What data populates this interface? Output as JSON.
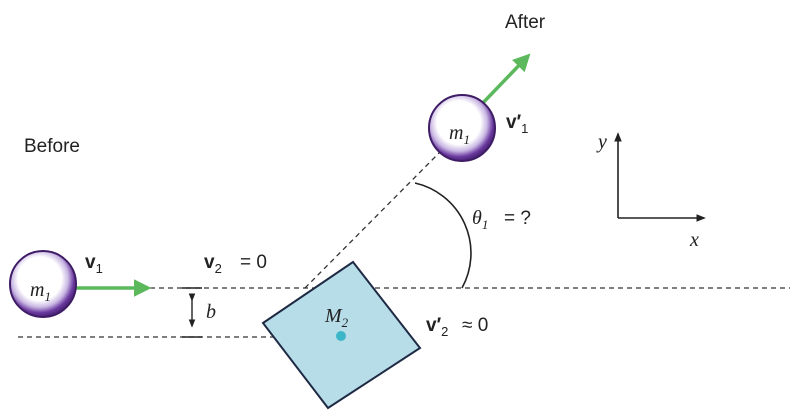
{
  "labels": {
    "before": "Before",
    "after": "After",
    "m1": "m",
    "m1_sub": "1",
    "M2": "M",
    "M2_sub": "2",
    "v1": "v",
    "v1_sub": "1",
    "v1_prime": "v′",
    "v1_prime_sub": "1",
    "v2": "v",
    "v2_sub": "2",
    "v2_eq": "= 0",
    "v2_prime": "v′",
    "v2_prime_sub": "2",
    "v2_prime_eq": "≈ 0",
    "theta": "θ",
    "theta_sub": "1",
    "theta_eq": "= ?",
    "b": "b",
    "axis_x": "x",
    "axis_y": "y"
  },
  "colors": {
    "ball_rim": "#5b2e8c",
    "ball_inner": "#ffffff",
    "arrow": "#5cb85c",
    "block_fill": "#b7dde9",
    "block_stroke": "#1f2a44",
    "center_dot": "#3bb6c8",
    "dashed": "#333333",
    "text": "#222222"
  }
}
